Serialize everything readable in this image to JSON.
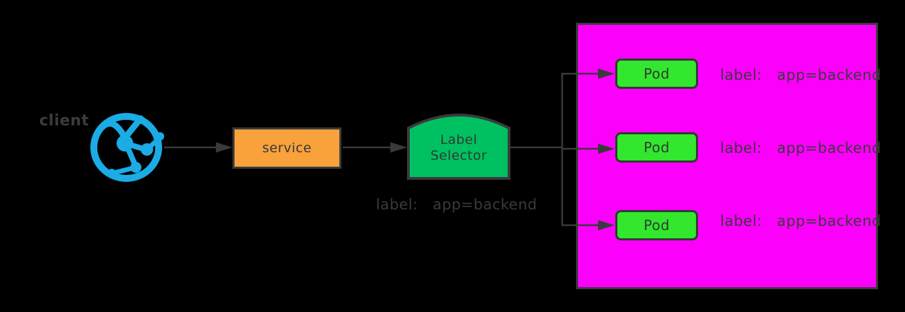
{
  "colors": {
    "background": "#000000",
    "stroke": "#3a3a3c",
    "text": "#3c3c3c",
    "client_icon_blue": "#1bace6",
    "service_orange": "#f9a23c",
    "selector_green": "#00c161",
    "pod_green": "#33e62e",
    "group_magenta": "#fb00fb"
  },
  "client": {
    "label": "client",
    "icon": "globe-network-icon"
  },
  "service": {
    "label": "service"
  },
  "label_selector": {
    "line1": "Label",
    "line2": "Selector",
    "caption": "label:   app=backend"
  },
  "pod_group": {
    "pods": [
      {
        "name": "Pod",
        "label": "label:   app=backend"
      },
      {
        "name": "Pod",
        "label": "label:   app=backend"
      },
      {
        "name": "Pod",
        "label": "label:   app=backend"
      }
    ]
  }
}
